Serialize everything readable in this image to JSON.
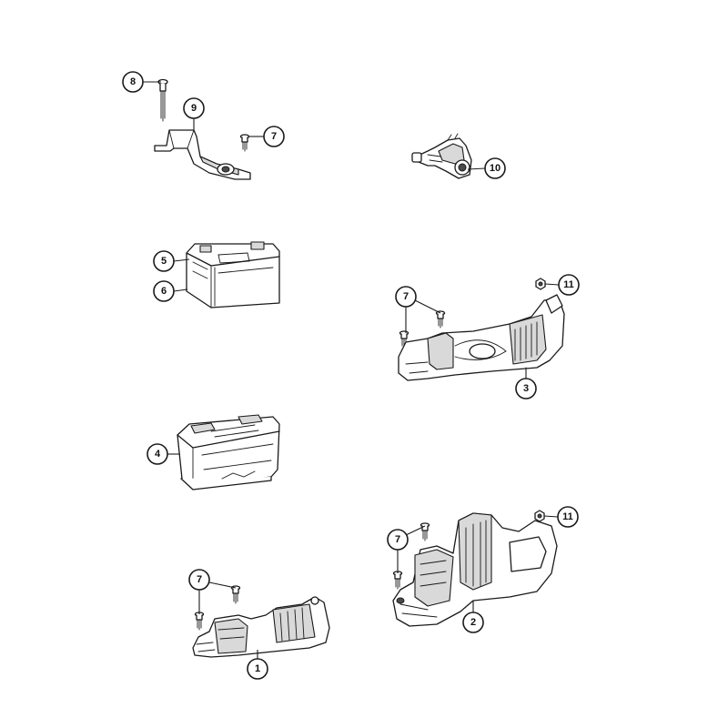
{
  "callouts": [
    {
      "id": "c8",
      "label": "8"
    },
    {
      "id": "c9",
      "label": "9"
    },
    {
      "id": "c7a",
      "label": "7"
    },
    {
      "id": "c10",
      "label": "10"
    },
    {
      "id": "c5",
      "label": "5"
    },
    {
      "id": "c6",
      "label": "6"
    },
    {
      "id": "c7b",
      "label": "7"
    },
    {
      "id": "c11a",
      "label": "11"
    },
    {
      "id": "c3",
      "label": "3"
    },
    {
      "id": "c4",
      "label": "4"
    },
    {
      "id": "c7c",
      "label": "7"
    },
    {
      "id": "c11b",
      "label": "11"
    },
    {
      "id": "c2",
      "label": "2"
    },
    {
      "id": "c7d",
      "label": "7"
    },
    {
      "id": "c1",
      "label": "1"
    }
  ]
}
